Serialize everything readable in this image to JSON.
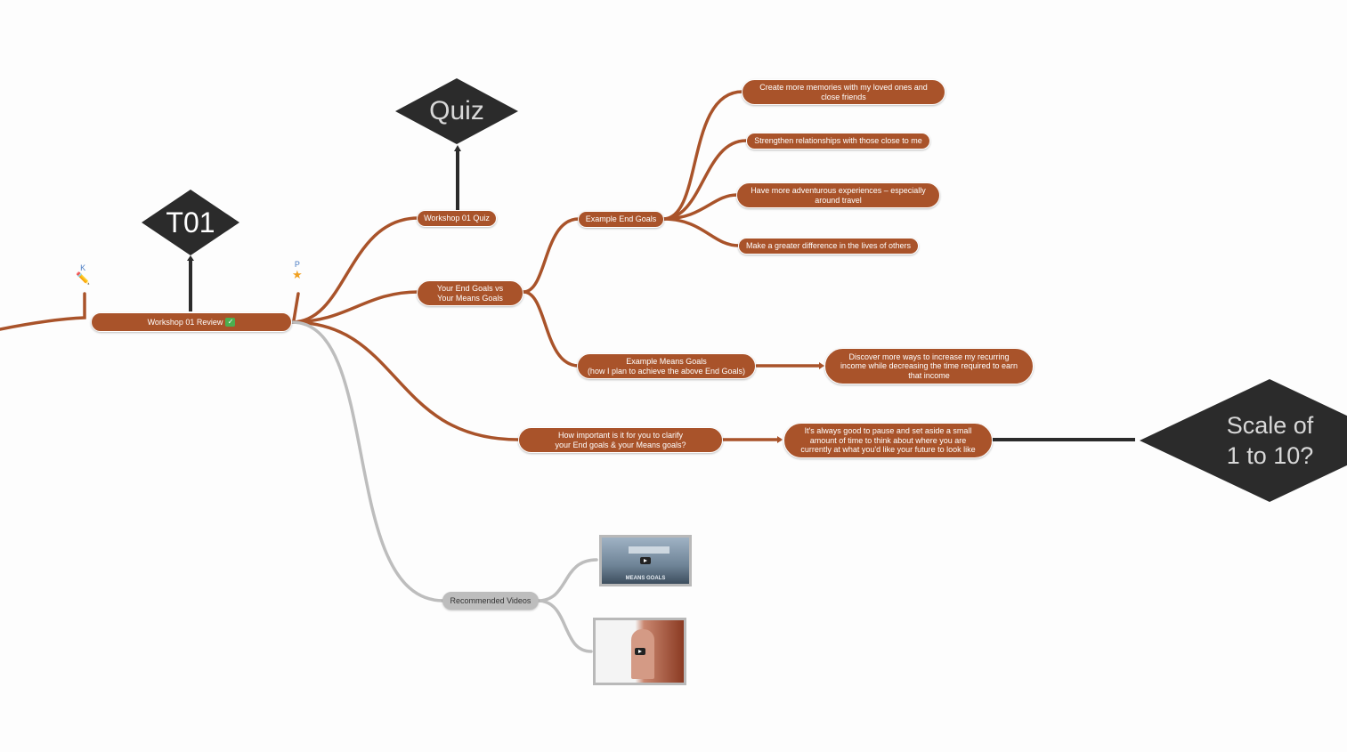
{
  "colors": {
    "branch": "#a9532a",
    "gray_branch": "#bdbdbd",
    "diamond": "#2b2b2b"
  },
  "nodes": {
    "root": "Workshop 01 Review",
    "quiz_link": "Workshop 01 Quiz",
    "end_vs_means": "Your End Goals vs\nYour Means Goals",
    "example_end": "Example End Goals",
    "end_1": "Create more memories with my loved ones and\nclose friends",
    "end_2": "Strengthen relationships with those close to me",
    "end_3": "Have more adventurous experiences – especially\naround travel",
    "end_4": "Make a greater difference in the lives of others",
    "example_means": "Example Means Goals\n(how I plan to achieve the above End Goals)",
    "means_1": "Discover more ways to increase my recurring\nincome while decreasing the time required to earn\nthat income",
    "importance_q": "How important is it for you to clarify\nyour End goals & your Means goals?",
    "importance_a": "It's always good to pause and set aside a small\namount of time to think about where you are\ncurrently at what you'd like your future to look like",
    "videos": "Recommended Videos"
  },
  "diamonds": {
    "t01": "T01",
    "quiz": "Quiz",
    "scale": "Scale of\n1 to 10?"
  },
  "markers": {
    "k_letter": "K",
    "k_icon": "pencil-icon",
    "p_letter": "P",
    "p_icon": "star-icon"
  },
  "videos": {
    "video_1_caption": "MEANS GOALS"
  }
}
